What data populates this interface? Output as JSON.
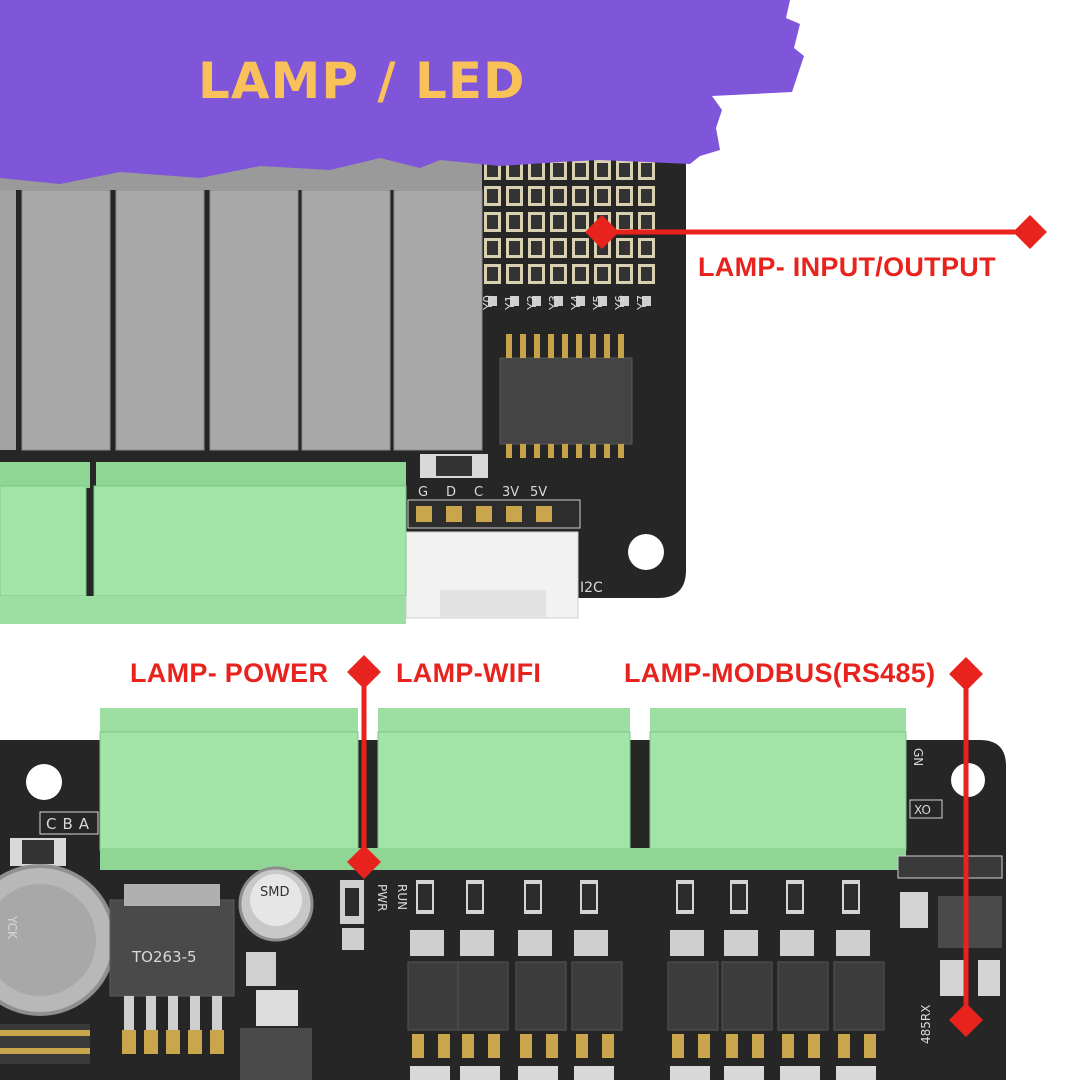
{
  "title": "LAMP / LED",
  "annotations": {
    "io": "LAMP- INPUT/OUTPUT",
    "power": "LAMP- POWER",
    "wifi": "LAMP-WIFI",
    "modbus": "LAMP-MODBUS(RS485)"
  },
  "board_top": {
    "output_pins": [
      "Y0",
      "Y1",
      "Y2",
      "Y3",
      "Y4",
      "Y5",
      "Y6",
      "Y7"
    ],
    "header_pins": [
      "G",
      "D",
      "C",
      "3V",
      "5V"
    ],
    "connector_label": "I2C"
  },
  "board_bottom": {
    "connector_labels": [
      "C",
      "B",
      "A"
    ],
    "regulator_label": "TO263-5",
    "capacitor_label": "SMD",
    "power_led_label": "PWR",
    "run_led_label": "RUN",
    "rs485_label": "485RX",
    "gnd_label": "GN",
    "xo_label": "XO",
    "cap_side_label": "YCK"
  },
  "colors": {
    "banner": "#7f55da",
    "title": "#f8c15a",
    "annotation": "#e8231d",
    "pcb": "#262626",
    "terminal": "#a3e4a8",
    "relay": "#a9a9a9"
  }
}
